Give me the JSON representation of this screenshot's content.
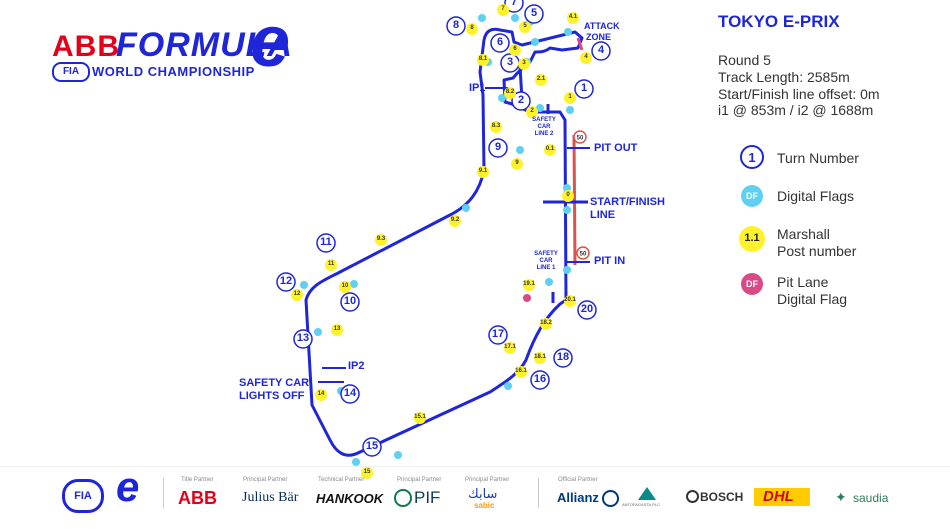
{
  "branding": {
    "abb": "ABB",
    "formula": "FORMULA",
    "e": "e",
    "fia": "FIA",
    "world_championship": "WORLD CHAMPIONSHIP"
  },
  "info": {
    "title": "TOKYO E-PRIX",
    "round": "Round 5",
    "track_length": "Track Length: 2585m",
    "sf_offset": "Start/Finish line offset: 0m",
    "intermediates": "i1 @ 853m / i2 @ 1688m"
  },
  "legend": {
    "turn_symbol": "1",
    "turn_label": "Turn Number",
    "flag_symbol": "DF",
    "flag_label": "Digital Flags",
    "post_symbol": "1.1",
    "post_label_1": "Marshall",
    "post_label_2": "Post number",
    "pitflag_symbol": "DF",
    "pitflag_label_1": "Pit Lane",
    "pitflag_label_2": "Digital Flag"
  },
  "track_labels": {
    "attack_zone_1": "ATTACK",
    "attack_zone_2": "ZONE",
    "ip1": "IP1",
    "ip2": "IP2",
    "pit_out": "PIT OUT",
    "pit_in": "PIT IN",
    "start_finish_1": "START/FINISH",
    "start_finish_2": "LINE",
    "safety_car_lights_1": "SAFETY CAR",
    "safety_car_lights_2": "LIGHTS OFF",
    "sc_line2": [
      "SAFETY",
      "CAR",
      "LINE 2"
    ],
    "sc_line1": [
      "SAFETY",
      "CAR",
      "LINE 1"
    ],
    "speed_limit": "50"
  },
  "colors": {
    "brand_blue": "#1e26d8",
    "marshal_yellow": "#fff22a",
    "digital_flag": "#5fd0f2",
    "pit_flag": "#d84a86",
    "pit_lane_red": "#d9534f",
    "abb_red": "#e2001a"
  },
  "turns": [
    "1",
    "2",
    "3",
    "4",
    "5",
    "6",
    "7",
    "8",
    "9",
    "10",
    "11",
    "12",
    "13",
    "14",
    "15",
    "16",
    "17",
    "18",
    "20"
  ],
  "marshal_posts": [
    "1",
    "2",
    "2.1",
    "3",
    "4",
    "4.1",
    "5",
    "6",
    "7",
    "8",
    "8.1",
    "8.2",
    "8.3",
    "9",
    "9.1",
    "9.2",
    "9.3",
    "10",
    "11",
    "12",
    "13",
    "14",
    "15",
    "15.1",
    "16.1",
    "17.1",
    "18.1",
    "18.2",
    "19.1",
    "20.1",
    "0",
    "0.1"
  ],
  "partners": {
    "title_partner_caption": "Title Partner",
    "title_partner": "ABB",
    "principal_caption_1": "Principal Partner",
    "principal_1": "Julius Bär",
    "technical_caption": "Technical Partner",
    "technical": "Hankook",
    "principal_caption_2": "Principal Partner",
    "principal_2": "PIF",
    "principal_caption_3": "Principal Partner",
    "principal_3_ar": "سابك",
    "principal_3": "sabic",
    "official_caption": "Official Partner",
    "allianz": "Allianz",
    "antofagasta": "ANTOFAGASTA PLC",
    "bosch": "BOSCH",
    "dhl": "DHL",
    "saudia": "saudia"
  }
}
